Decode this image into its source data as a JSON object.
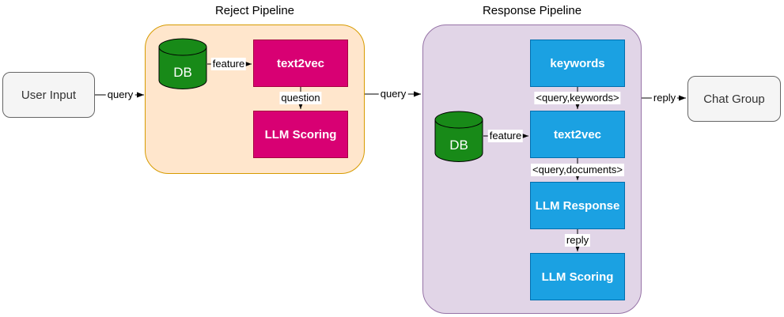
{
  "endpoints": {
    "user_input_label": "User Input",
    "chat_group_label": "Chat Group"
  },
  "edges": {
    "query_user_to_reject": "query",
    "query_reject_to_response": "query",
    "reply_response_to_chat": "reply"
  },
  "reject": {
    "title": "Reject Pipeline",
    "db_label": "DB",
    "text2vec_label": "text2vec",
    "llm_scoring_label": "LLM Scoring",
    "feature_edge_label": "feature",
    "question_edge_label": "question"
  },
  "response": {
    "title": "Response Pipeline",
    "keywords_label": "keywords",
    "db_label": "DB",
    "text2vec_label": "text2vec",
    "llm_response_label": "LLM Response",
    "llm_scoring_label": "LLM Scoring",
    "feature_edge_label": "feature",
    "query_keywords_edge_label": "<query,keywords>",
    "query_documents_edge_label": "<query,documents>",
    "reply_edge_label": "reply"
  },
  "colors": {
    "reject_container_fill": "#ffe6cc",
    "reject_container_stroke": "#d79b00",
    "response_container_fill": "#e1d5e7",
    "response_container_stroke": "#9673a6",
    "magenta_box_fill": "#d80073",
    "magenta_box_stroke": "#a50040",
    "blue_box_fill": "#1ba1e2",
    "blue_box_stroke": "#006eaf",
    "db_cylinder_fill": "#188a18",
    "db_cylinder_stroke": "#000000",
    "endpoint_fill": "#f5f5f5",
    "endpoint_stroke": "#666666",
    "wire_color": "#000000"
  }
}
